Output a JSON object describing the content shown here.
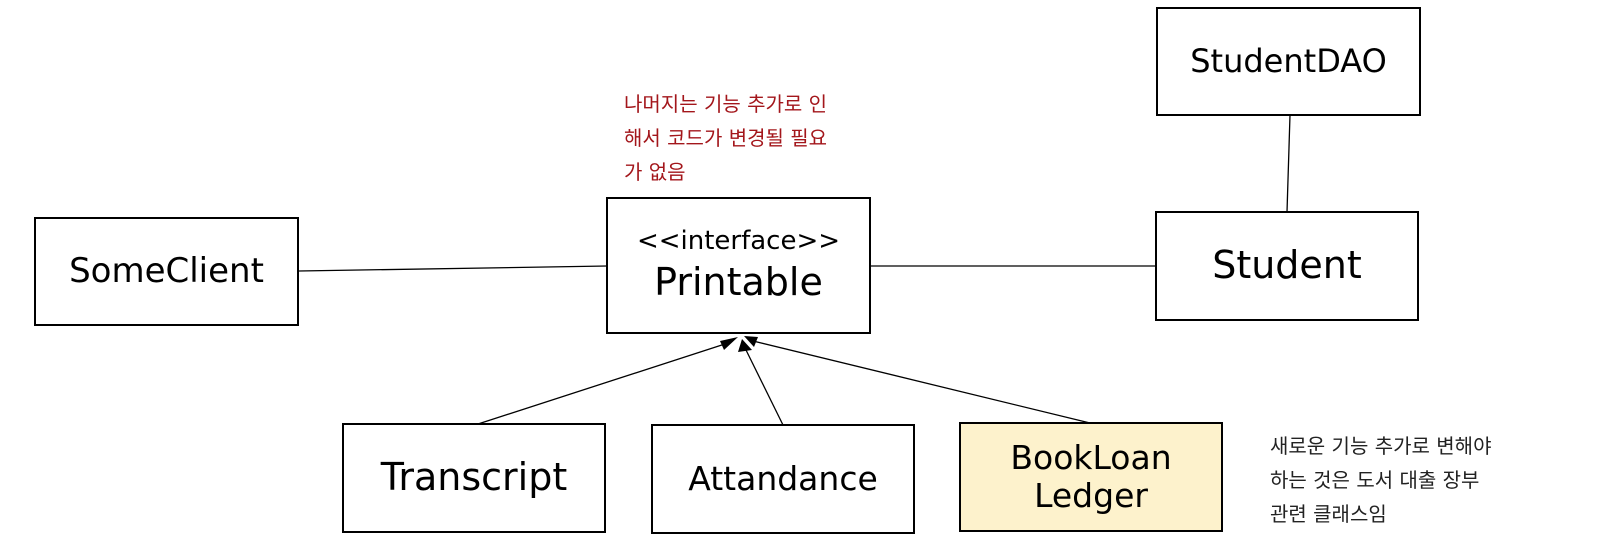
{
  "nodes": {
    "some_client": {
      "label": "SomeClient"
    },
    "printable": {
      "stereotype": "<<interface>>",
      "label": "Printable"
    },
    "student": {
      "label": "Student"
    },
    "student_dao": {
      "label": "StudentDAO"
    },
    "transcript": {
      "label": "Transcript"
    },
    "attendance": {
      "label": "Attandance"
    },
    "book_loan_ledger": {
      "line1": "BookLoan",
      "line2": "Ledger"
    }
  },
  "notes": {
    "top": {
      "lines": [
        "나머지는 기능 추가로 인",
        "해서 코드가 변경될 필요",
        "가 없음"
      ],
      "color": "#a3161b"
    },
    "right": {
      "lines": [
        "새로운 기능 추가로 변해야",
        "하는 것은 도서 대출 장부",
        "관련 클래스임"
      ],
      "color": "#222222"
    }
  },
  "colors": {
    "highlight_fill": "#fdf2cc",
    "border": "#000000"
  }
}
